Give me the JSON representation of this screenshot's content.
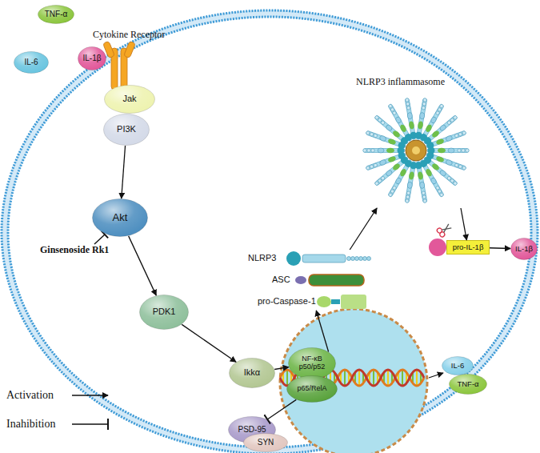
{
  "diagram": {
    "nodes": [
      {
        "text": [
          "TNF-α"
        ]
      },
      {
        "text": [
          "IL-1β"
        ]
      },
      {
        "text": [
          "IL-6"
        ]
      },
      {
        "text": [
          "Jak"
        ]
      },
      {
        "text": [
          "PI3K"
        ]
      },
      {
        "text": [
          "Akt"
        ]
      },
      {
        "text": [
          "PDK1"
        ]
      },
      {
        "text": [
          "Ikkα"
        ]
      },
      {
        "text": [
          "NLRP3 inflammasome"
        ]
      },
      {
        "text": [
          "NLRP3"
        ]
      },
      {
        "text": [
          "ASC"
        ]
      },
      {
        "text": [
          "pro-Caspase-1"
        ]
      },
      {
        "text": [
          "pro-IL-1β"
        ]
      },
      {
        "text": [
          "IL-1β"
        ]
      },
      {
        "text": [
          "NF-κB p50/p52"
        ]
      },
      {
        "text": [
          "p65/RelA"
        ]
      },
      {
        "text": [
          "IL-6"
        ]
      },
      {
        "text": [
          "TNF-α"
        ]
      },
      {
        "text": [
          "PSD-95"
        ]
      },
      {
        "text": [
          "SYN"
        ]
      }
    ],
    "edges": [
      {
        "from": 4,
        "to": 5,
        "arrow": "to"
      },
      {
        "from": 5,
        "to": 6,
        "arrow": "to"
      },
      {
        "from": 6,
        "to": 7,
        "arrow": "to"
      },
      {
        "from": 7,
        "to": 14,
        "arrow": "to"
      },
      {
        "from": 14,
        "to": 11,
        "arrow": "to"
      },
      {
        "from": 9,
        "to": 8,
        "arrow": "to"
      },
      {
        "from": 8,
        "to": 12,
        "arrow": "to"
      },
      {
        "from": 12,
        "to": 13,
        "arrow": "to"
      },
      {
        "from": 15,
        "to": 18,
        "arrow": "to"
      }
    ],
    "labels": [
      "Cytokine Receptor",
      "Ginsenoside Rk1"
    ],
    "legend": [
      {
        "text": "Activation"
      },
      {
        "text": "Inahibition"
      }
    ]
  }
}
